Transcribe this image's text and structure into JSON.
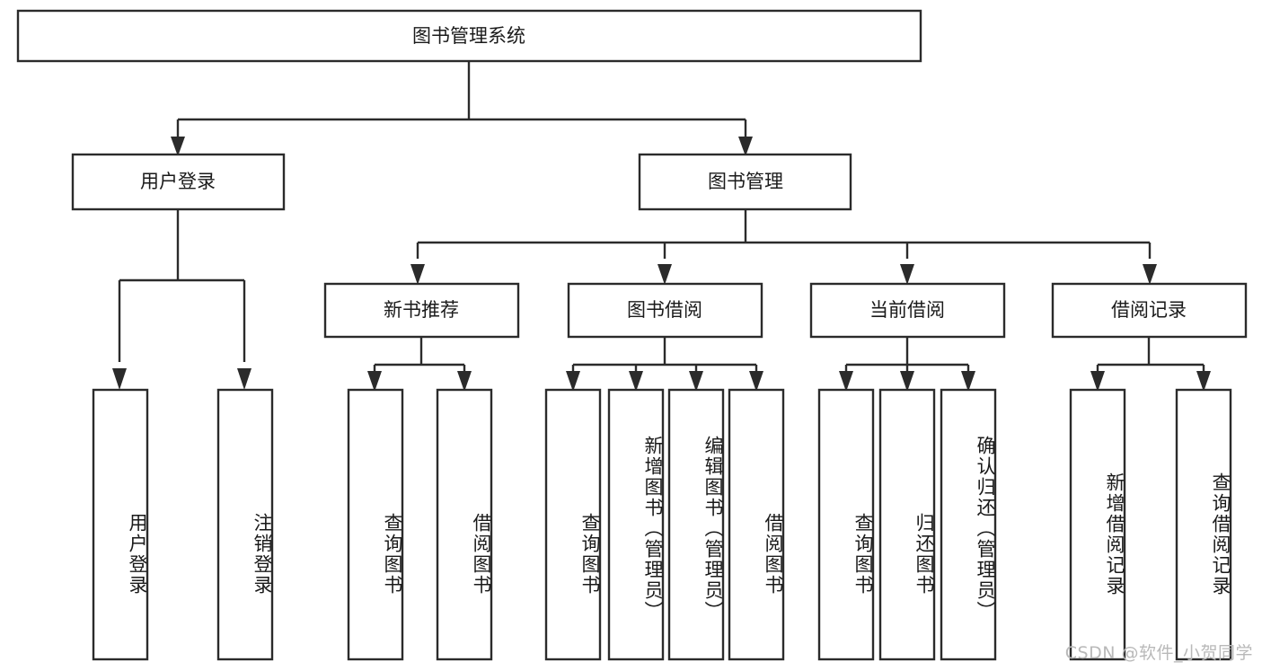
{
  "diagram": {
    "title": "图书管理系统",
    "type": "tree-hierarchy",
    "root": {
      "label": "图书管理系统"
    },
    "level1": [
      {
        "label": "用户登录"
      },
      {
        "label": "图书管理"
      }
    ],
    "level2": [
      {
        "label": "新书推荐"
      },
      {
        "label": "图书借阅"
      },
      {
        "label": "当前借阅"
      },
      {
        "label": "借阅记录"
      }
    ],
    "leaves": {
      "user_login": [
        {
          "label": "用户登录"
        },
        {
          "label": "注销登录"
        }
      ],
      "new_book_recommend": [
        {
          "label": "查询图书"
        },
        {
          "label": "借阅图书"
        }
      ],
      "book_borrow": [
        {
          "label": "查询图书"
        },
        {
          "label": "新增图书（管理员）"
        },
        {
          "label": "编辑图书（管理员）"
        },
        {
          "label": "借阅图书"
        }
      ],
      "current_borrow": [
        {
          "label": "查询图书"
        },
        {
          "label": "归还图书"
        },
        {
          "label": "确认归还（管理员）"
        }
      ],
      "borrow_record": [
        {
          "label": "新增借阅记录"
        },
        {
          "label": "查询借阅记录"
        }
      ]
    }
  },
  "watermark": {
    "text": "CSDN @软件_小贺同学"
  },
  "colors": {
    "box_stroke": "#2b2b2b",
    "box_fill": "#ffffff",
    "text": "#1a1a1a",
    "watermark": "#b9b9b9",
    "background": "#ffffff"
  }
}
